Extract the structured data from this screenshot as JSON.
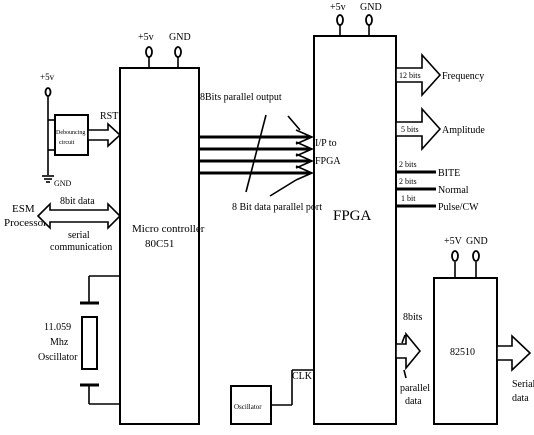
{
  "power": {
    "vcc": "+5v",
    "vcc_fpga": "+5v",
    "vcc_uart": "+5V",
    "gnd": "GND"
  },
  "debounce": {
    "line1": "Debouncing",
    "line2": "circuit",
    "rst": "RST",
    "vcc": "+5v",
    "gnd": "GND"
  },
  "esm": {
    "line1": "ESM",
    "line2": "Processor",
    "data": "8bit data",
    "serial1": "serial",
    "serial2": "communication"
  },
  "mcu": {
    "line1": "Micro controller",
    "line2": "80C51"
  },
  "bus": {
    "output": "8Bits parallel output",
    "port": "8 Bit data parallel port",
    "input1": "I/P to",
    "input2": "FPGA"
  },
  "fpga": {
    "label": "FPGA"
  },
  "outputs": [
    {
      "bits": "12 bits",
      "name": "Frequency"
    },
    {
      "bits": "5 bits",
      "name": "Amplitude"
    },
    {
      "bits": "2 bits",
      "name": "BITE"
    },
    {
      "bits": "2 bits",
      "name": "Normal"
    },
    {
      "bits": "1 bit",
      "name": "Pulse/CW"
    }
  ],
  "crystal": {
    "line1": "11.059",
    "line2": "Mhz",
    "line3": "Oscillator"
  },
  "osc": {
    "label": "Oscillator",
    "clk": "CLK"
  },
  "uart": {
    "label": "82510",
    "bits": "8bits",
    "par1": "parallel",
    "par2": "data",
    "ser1": "Serial",
    "ser2": "data"
  }
}
